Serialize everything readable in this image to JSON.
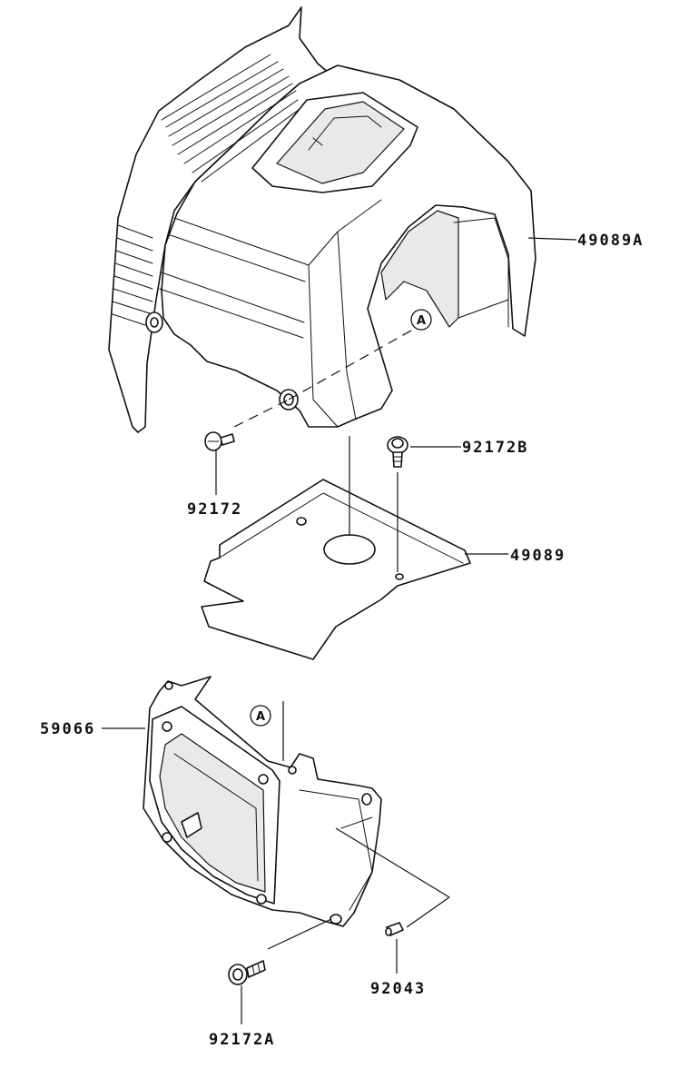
{
  "labels": {
    "part_49089A": "49089A",
    "part_92172B": "92172B",
    "part_92172": "92172",
    "part_49089": "49089",
    "part_59066": "59066",
    "part_92043": "92043",
    "part_92172A": "92172A"
  },
  "refs": {
    "upper": "A",
    "lower": "A"
  }
}
